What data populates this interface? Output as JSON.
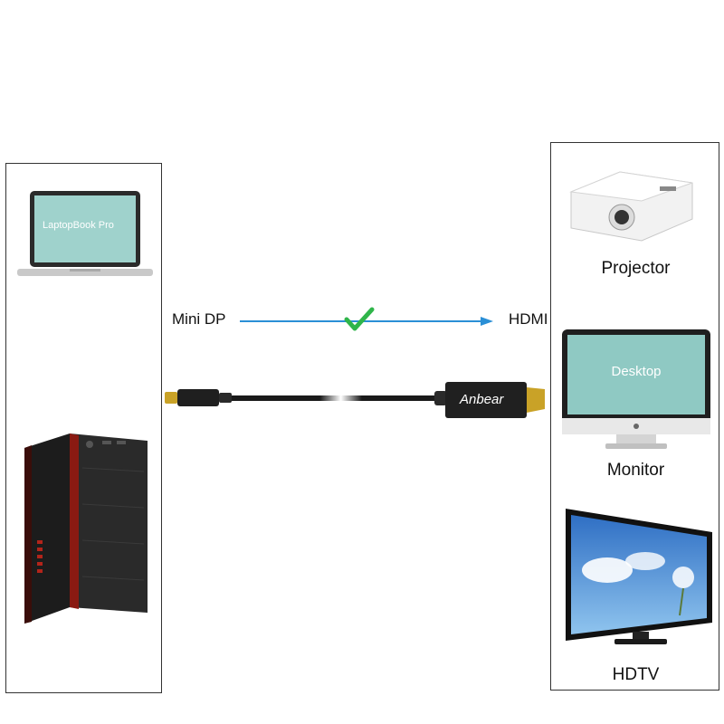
{
  "source_label": "Mini DP",
  "target_label": "HDMI",
  "cable_brand": "Anbear",
  "source_devices": {
    "laptop": {
      "screen_title": "LaptopBook Pro"
    },
    "desktop_tower": {}
  },
  "target_devices": [
    {
      "name": "Projector",
      "screen_text": ""
    },
    {
      "name": "Monitor",
      "screen_text": "Desktop"
    },
    {
      "name": "HDTV",
      "screen_text": ""
    }
  ],
  "colors": {
    "arrow": "#2a8fd6",
    "check": "#2fb54a",
    "tower_accent": "#8a1a12",
    "screen_teal": "#8fc9c3",
    "plug_gold": "#c9a227"
  }
}
